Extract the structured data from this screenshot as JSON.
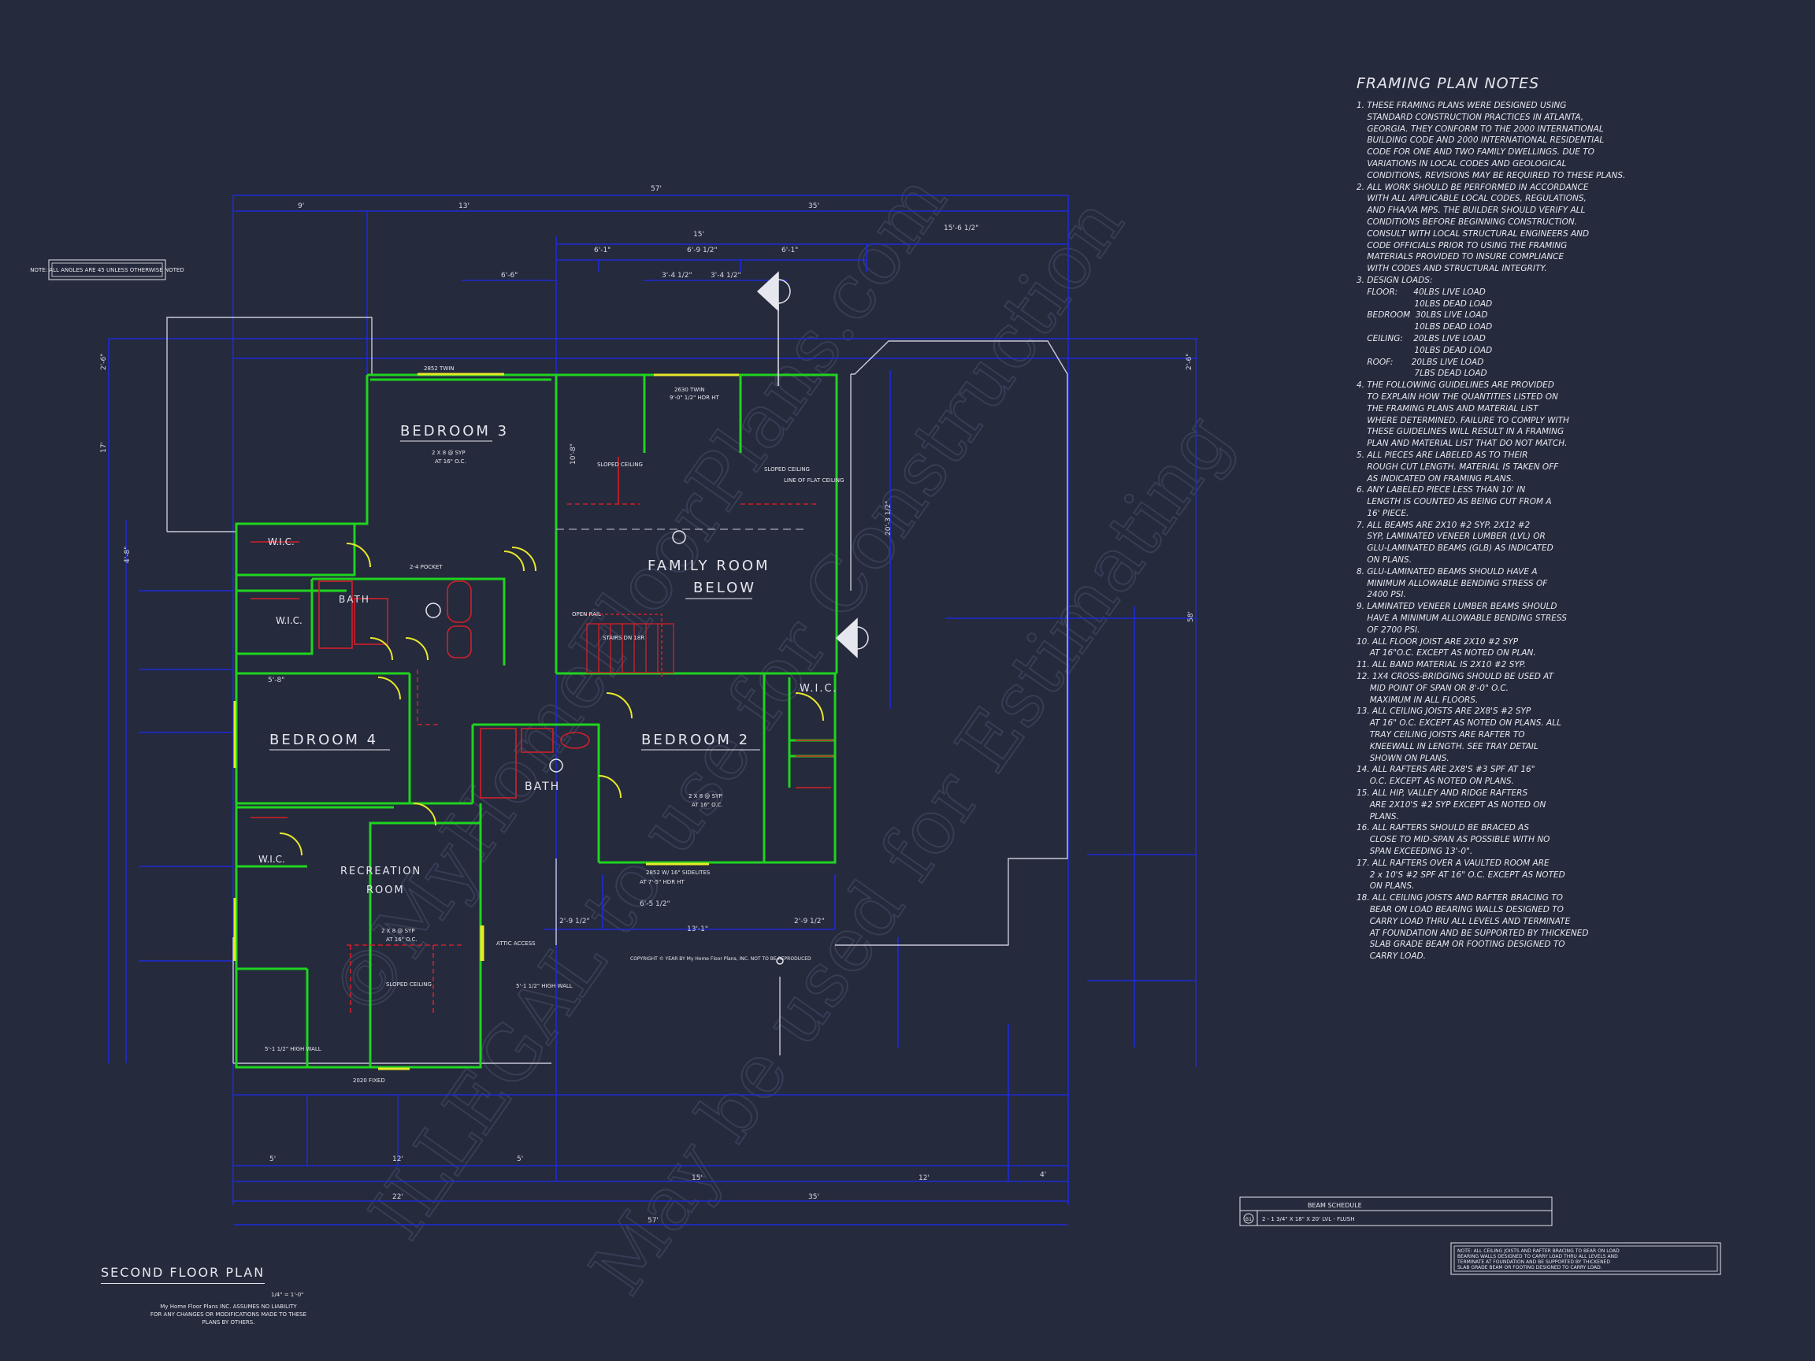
{
  "drawing": {
    "title": "SECOND FLOOR PLAN",
    "scale": "1/4\" = 1'-0\"",
    "liability": [
      "My Home Floor Plans INC. ASSUMES NO LIABILITY",
      "FOR ANY CHANGES OR MODIFICATIONS MADE TO THESE",
      "PLANS BY OTHERS."
    ],
    "copyright": "COPYRIGHT © YEAR BY My Home Floor Plans, INC. NOT TO BE REPRODUCED",
    "angles_note": "NOTE: ALL ANGLES ARE 45 UNLESS OTHERWISE NOTED"
  },
  "rooms": {
    "bedroom3": "BEDROOM 3",
    "bedroom4": "BEDROOM 4",
    "bedroom2": "BEDROOM 2",
    "family": "FAMILY ROOM",
    "below": "BELOW",
    "bath1": "BATH",
    "bath2": "BATH",
    "rec1": "RECREATION",
    "rec2": "ROOM",
    "wic1": "W.I.C.",
    "wic2": "W.I.C.",
    "wic3": "W.I.C.",
    "wic4": "W.I.C."
  },
  "labels": {
    "joist_b3": "2 X 8 @ SYP",
    "oc": "AT 16\" O.C.",
    "sloped_ceiling": "SLOPED CEILING",
    "line_flat": "LINE OF FLAT CEILING",
    "window_2852": "2852 TWIN",
    "window_2020": "2020 FIXED",
    "stairs": "STAIRS DN 18R",
    "open_rail": "OPEN RAIL",
    "attic": "ATTIC ACCESS",
    "high_wall": "5'-1 1/2\" HIGH WALL",
    "twin_top": "2630 TWIN",
    "hdr": "9'-0\" 1/2\" HDR HT",
    "sidelites": "2852 W/ 16\" SIDELITES",
    "hdr2": "AT 7'-5\" HDR HT",
    "pocket": "2-4 POCKET"
  },
  "dims": {
    "d57": "57'",
    "d9": "9'",
    "d13": "13'",
    "d35": "35'",
    "d15": "15'",
    "d15b": "15'-6 1/2\"",
    "d6_6": "6'-6\"",
    "d6a": "6'-1\"",
    "d6b": "6'-9 1/2\"",
    "d6c": "6'-1\"",
    "d3a": "3'-4 1/2\"",
    "d3b": "3'-4 1/2\"",
    "d5": "5'",
    "d12": "12'",
    "d5b": "5'",
    "d15c": "15'",
    "d12b": "12'",
    "d4": "4'",
    "d22": "22'",
    "d35b": "35'",
    "d57b": "57'",
    "d58": "58'",
    "d20": "20'-3 1/2\"",
    "d2_6": "2'-6\"",
    "d17": "17'",
    "d10": "10'-8\"",
    "d4_8": "4'-8\"",
    "d5_8": "5'-8\"",
    "d13_1": "13'-1\"",
    "d6_5": "6'-5 1/2\"",
    "d2_9": "2'-9 1/2\""
  },
  "notes": {
    "title": "FRAMING PLAN NOTES",
    "lines": [
      "1. THESE FRAMING PLANS WERE DESIGNED USING",
      "    STANDARD CONSTRUCTION PRACTICES IN ATLANTA,",
      "    GEORGIA. THEY CONFORM TO THE 2000 INTERNATIONAL",
      "    BUILDING CODE AND 2000 INTERNATIONAL RESIDENTIAL",
      "    CODE FOR ONE AND TWO FAMILY DWELLINGS. DUE TO",
      "    VARIATIONS IN LOCAL CODES AND GEOLOGICAL",
      "    CONDITIONS, REVISIONS MAY BE REQUIRED TO THESE PLANS.",
      "2. ALL WORK SHOULD BE PERFORMED IN ACCORDANCE",
      "    WITH ALL APPLICABLE LOCAL CODES, REGULATIONS,",
      "    AND FHA/VA MPS. THE BUILDER SHOULD VERIFY ALL",
      "    CONDITIONS BEFORE BEGINNING CONSTRUCTION.",
      "    CONSULT WITH LOCAL STRUCTURAL ENGINEERS AND",
      "    CODE OFFICIALS PRIOR TO USING THE FRAMING",
      "    MATERIALS PROVIDED TO INSURE COMPLIANCE",
      "    WITH CODES AND STRUCTURAL INTEGRITY.",
      "3. DESIGN LOADS:",
      "    FLOOR:      40LBS LIVE LOAD",
      "                      10LBS DEAD LOAD",
      "    BEDROOM  30LBS LIVE LOAD",
      "                      10LBS DEAD LOAD",
      "    CEILING:    20LBS LIVE LOAD",
      "                      10LBS DEAD LOAD",
      "    ROOF:       20LBS LIVE LOAD",
      "                      7LBS DEAD LOAD",
      "4. THE FOLLOWING GUIDELINES ARE PROVIDED",
      "    TO EXPLAIN HOW THE QUANTITIES LISTED ON",
      "    THE FRAMING PLANS AND MATERIAL LIST",
      "    WHERE DETERMINED. FAILURE TO COMPLY WITH",
      "    THESE GUIDELINES WILL RESULT IN A FRAMING",
      "    PLAN AND MATERIAL LIST THAT DO NOT MATCH.",
      "5. ALL PIECES ARE LABELED AS TO THEIR",
      "    ROUGH CUT LENGTH. MATERIAL IS TAKEN OFF",
      "    AS INDICATED ON FRAMING PLANS.",
      "6. ANY LABELED PIECE LESS THAN 10' IN",
      "    LENGTH IS COUNTED AS BEING CUT FROM A",
      "    16' PIECE.",
      "7. ALL BEAMS ARE 2X10 #2 SYP, 2X12 #2",
      "    SYP, LAMINATED VENEER LUMBER (LVL) OR",
      "    GLU-LAMINATED BEAMS (GLB) AS INDICATED",
      "    ON PLANS.",
      "8. GLU-LAMINATED BEAMS SHOULD HAVE A",
      "    MINIMUM ALLOWABLE BENDING STRESS OF",
      "    2400 PSI.",
      "9. LAMINATED VENEER LUMBER BEAMS SHOULD",
      "    HAVE A MINIMUM ALLOWABLE BENDING STRESS",
      "    OF 2700 PSI.",
      "10. ALL FLOOR JOIST ARE 2X10 #2 SYP",
      "     AT 16\"O.C. EXCEPT AS NOTED ON PLAN.",
      "11. ALL BAND MATERIAL IS 2X10 #2 SYP.",
      "12. 1X4 CROSS-BRIDGING SHOULD BE USED AT",
      "     MID POINT OF SPAN OR 8'-0\" O.C.",
      "     MAXIMUM IN ALL FLOORS.",
      "13. ALL CEILING JOISTS ARE 2X8'S #2 SYP",
      "     AT 16\" O.C. EXCEPT AS NOTED ON PLANS. ALL",
      "     TRAY CEILING JOISTS ARE RAFTER TO",
      "     KNEEWALL IN LENGTH. SEE TRAY DETAIL",
      "     SHOWN ON PLANS.",
      "14. ALL RAFTERS ARE 2X8'S #3 SPF AT 16\"",
      "     O.C. EXCEPT AS NOTED ON PLANS.",
      "15. ALL HIP, VALLEY AND RIDGE RAFTERS",
      "     ARE 2X10'S #2 SYP EXCEPT AS NOTED ON",
      "     PLANS.",
      "16. ALL RAFTERS SHOULD BE BRACED AS",
      "     CLOSE TO MID-SPAN AS POSSIBLE WITH NO",
      "     SPAN EXCEEDING 13'-0\".",
      "17. ALL RAFTERS OVER A VAULTED ROOM ARE",
      "     2 x 10'S #2 SPF AT 16\" O.C. EXCEPT AS NOTED",
      "     ON PLANS.",
      "18. ALL CEILING JOISTS AND RAFTER BRACING TO",
      "     BEAR ON LOAD BEARING WALLS DESIGNED TO",
      "     CARRY LOAD THRU ALL LEVELS AND TERMINATE",
      "     AT FOUNDATION AND BE SUPPORTED BY THICKENED",
      "     SLAB GRADE BEAM OR FOOTING DESIGNED TO",
      "     CARRY LOAD."
    ]
  },
  "beam_schedule": {
    "title": "BEAM SCHEDULE",
    "tag": "B1",
    "row": "2 - 1 3/4\" X 18\" X 20' LVL - FLUSH"
  },
  "bottom_note": [
    "NOTE: ALL CEILING JOISTS AND RAFTER BRACING TO BEAR ON LOAD",
    "BEARING WALLS DESIGNED TO CARRY LOAD THRU ALL LEVELS AND",
    "TERMINATE AT FOUNDATION AND BE SUPPORTED BY THICKENED",
    "SLAB GRADE BEAM OR FOOTING DESIGNED TO CARRY LOAD."
  ],
  "watermark": {
    "line1": "©MyHomeFloorPlans.com",
    "line2": "ILLEGAL to use for Construction",
    "line3": "May be used for Estimating"
  },
  "colors": {
    "background": "#252a3c",
    "dimension": "#1e2bd6",
    "wall": "#1fd41f",
    "fixture": "#d2202a",
    "door": "#e8e82a",
    "linework": "#c8c8d6"
  }
}
